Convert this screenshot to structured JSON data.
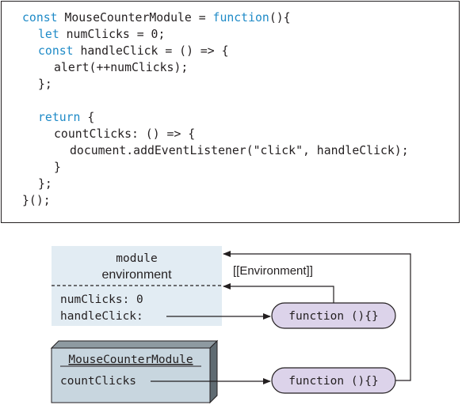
{
  "code": {
    "lines": [
      {
        "indent": 0,
        "parts": [
          {
            "kw": true,
            "text": "const"
          },
          {
            "text": " MouseCounterModule = "
          },
          {
            "kw": true,
            "text": "function"
          },
          {
            "text": "(){"
          }
        ]
      },
      {
        "indent": 1,
        "parts": [
          {
            "kw": true,
            "text": "let"
          },
          {
            "text": " numClicks = 0;"
          }
        ]
      },
      {
        "indent": 1,
        "parts": [
          {
            "kw": true,
            "text": "const"
          },
          {
            "text": " handleClick = () => {"
          }
        ]
      },
      {
        "indent": 2,
        "parts": [
          {
            "text": "alert(++numClicks);"
          }
        ]
      },
      {
        "indent": 1,
        "parts": [
          {
            "text": "};"
          }
        ]
      },
      {
        "indent": 0,
        "parts": []
      },
      {
        "indent": 1,
        "parts": [
          {
            "kw": true,
            "text": "return"
          },
          {
            "text": " {"
          }
        ]
      },
      {
        "indent": 2,
        "parts": [
          {
            "text": "countClicks: () => {"
          }
        ]
      },
      {
        "indent": 3,
        "parts": [
          {
            "text": "document.addEventListener(\"click\", handleClick);"
          }
        ]
      },
      {
        "indent": 2,
        "parts": [
          {
            "text": "}"
          }
        ]
      },
      {
        "indent": 1,
        "parts": [
          {
            "text": "};"
          }
        ]
      },
      {
        "indent": 0,
        "parts": [
          {
            "text": "}();"
          }
        ]
      }
    ]
  },
  "diagram": {
    "env_title_line1": "module",
    "env_title_line2": "environment",
    "env_entries": [
      "numClicks: 0",
      "handleClick:"
    ],
    "env_ref_label": "[[Environment]]",
    "module_title": "MouseCounterModule",
    "module_entry": "countClicks",
    "function_top_label": "function (){}",
    "function_bottom_label": "function (){}"
  },
  "colors": {
    "keyword": "#1e8ac7",
    "env_fill": "#e2ecf3",
    "module_front": "#c8d6df",
    "module_side": "#5f6b72",
    "module_top": "#8e9aa1",
    "function_fill": "#dcd3ea",
    "ink": "#231f20"
  }
}
